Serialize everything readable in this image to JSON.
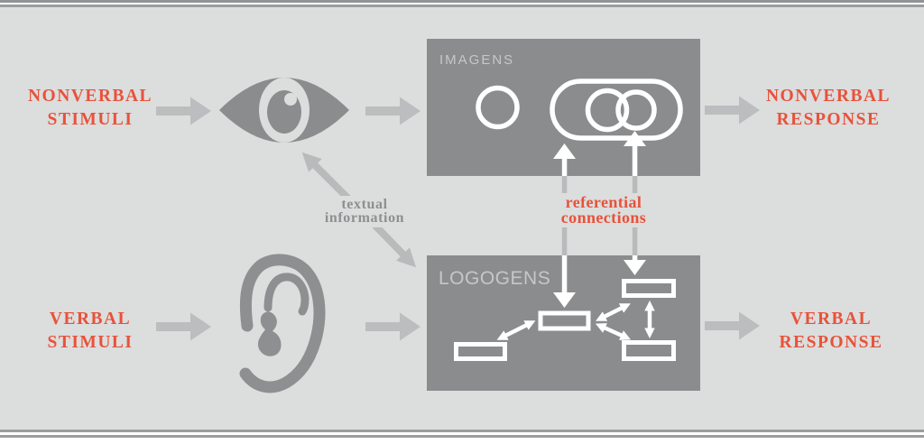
{
  "diagram": {
    "stimuli": {
      "nonverbal": "NONVERBAL\nSTIMULI",
      "verbal": "VERBAL\nSTIMULI"
    },
    "responses": {
      "nonverbal": "NONVERBAL\nRESPONSE",
      "verbal": "VERBAL\nRESPONSE"
    },
    "systems": {
      "imagens": "IMAGENS",
      "logogens": "LOGOGENS"
    },
    "connections": {
      "textual_information": "textual\ninformation",
      "referential": "referential\nconnections"
    },
    "icons": {
      "top_channel": "eye-icon",
      "bottom_channel": "ear-icon"
    },
    "colors": {
      "background": "#dcdddd",
      "frame_rule": "#9b9c9e",
      "box_gray": "#8b8c8d",
      "box_label_gray": "#c6c7c8",
      "flow_arrow_gray": "#bcbdbe",
      "connector_gray": "#b9babb",
      "icon_gray": "#8e8f90",
      "accent_orange": "#e8523a",
      "shape_white": "#ffffff"
    }
  }
}
